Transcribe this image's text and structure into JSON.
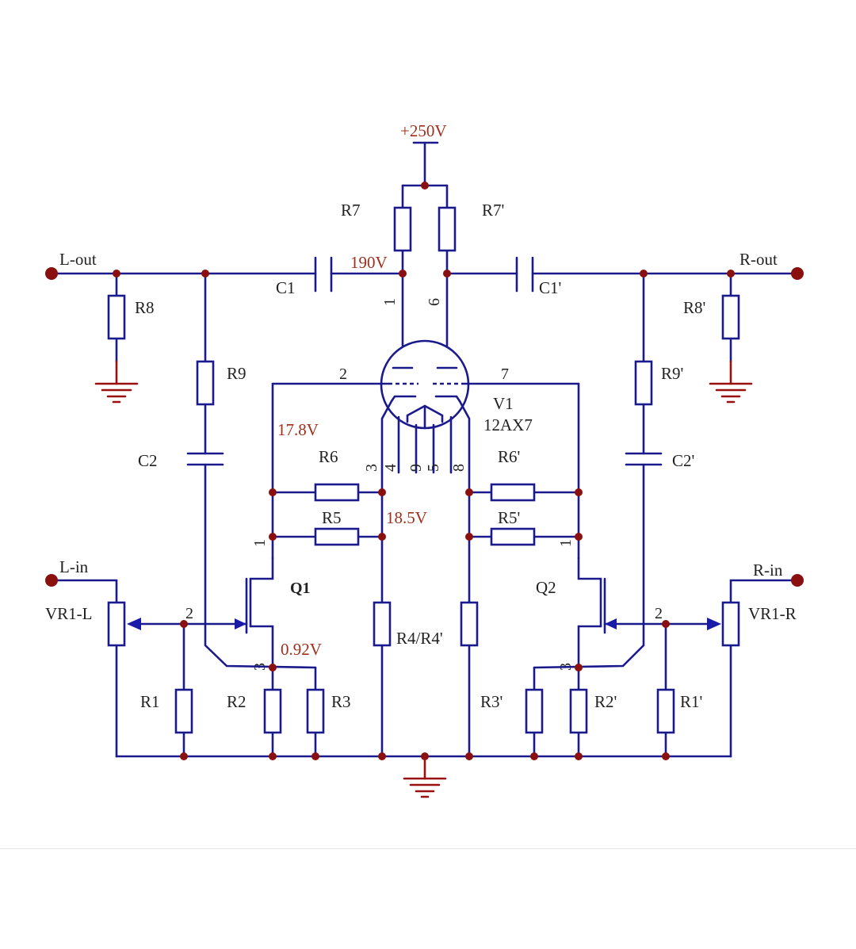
{
  "supply": "+250V",
  "io": {
    "l_out": "L-out",
    "r_out": "R-out",
    "l_in": "L-in",
    "r_in": "R-in"
  },
  "tube": {
    "name": "V1",
    "type": "12AX7"
  },
  "transistors": {
    "left": "Q1",
    "right": "Q2"
  },
  "pots": {
    "left": "VR1-L",
    "right": "VR1-R"
  },
  "resistors": {
    "R1": "R1",
    "R2": "R2",
    "R3": "R3",
    "R4": "R4/R4'",
    "R5": "R5",
    "R6": "R6",
    "R7": "R7",
    "R8": "R8",
    "R9": "R9",
    "R1p": "R1'",
    "R2p": "R2'",
    "R3p": "R3'",
    "R5p": "R5'",
    "R6p": "R6'",
    "R7p": "R7'",
    "R8p": "R8'",
    "R9p": "R9'"
  },
  "capacitors": {
    "C1": "C1",
    "C2": "C2",
    "C1p": "C1'",
    "C2p": "C2'"
  },
  "voltages": {
    "plate": "190V",
    "grid": "17.8V",
    "cathode": "18.5V",
    "emitter": "0.92V"
  },
  "pins": {
    "tube": {
      "p1": "1",
      "p6": "6",
      "p2": "2",
      "p7": "7",
      "p3": "3",
      "p4": "4",
      "p9": "9",
      "p5": "5",
      "p8": "8"
    },
    "q1": {
      "drain": "1",
      "gate": "2",
      "source": "3"
    },
    "q2": {
      "drain": "1",
      "gate": "2",
      "source": "3"
    }
  },
  "colors": {
    "wire": "#1a1a8c",
    "ground": "#9a1010",
    "junction": "#8a1010",
    "voltage_text": "#a0301c"
  }
}
